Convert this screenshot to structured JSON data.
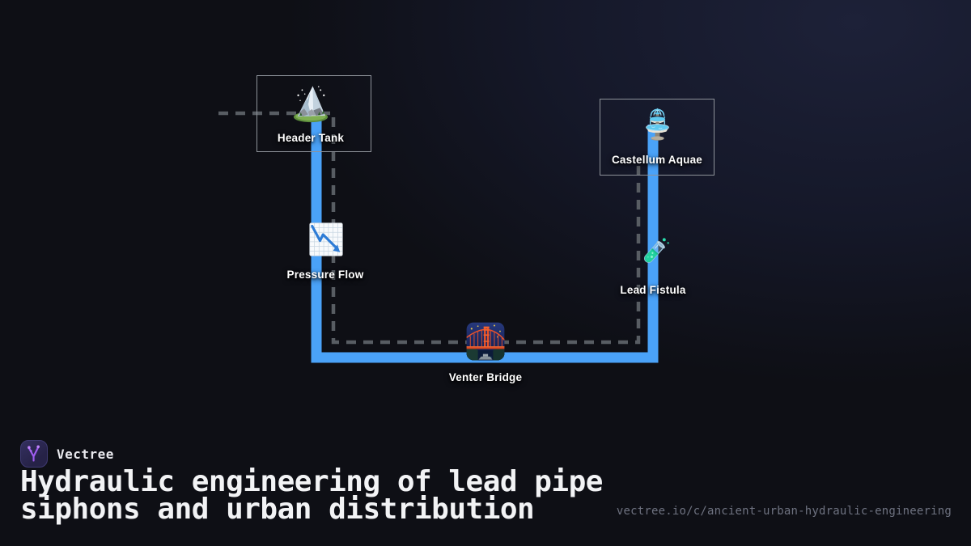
{
  "diagram": {
    "pipe_color": "#4aa2f8",
    "dash_color": "#585d63",
    "box_border_color": "#8d9299",
    "nodes": [
      {
        "label": "Header Tank",
        "icon": "snow-capped-mountain",
        "boxed": true
      },
      {
        "label": "Castellum Aquae",
        "icon": "fountain",
        "boxed": true
      },
      {
        "label": "Pressure Flow",
        "icon": "chart-decreasing",
        "boxed": false
      },
      {
        "label": "Lead Fistula",
        "icon": "test-tube",
        "boxed": false
      },
      {
        "label": "Venter Bridge",
        "icon": "bridge-at-night",
        "boxed": false
      }
    ]
  },
  "footer": {
    "brand": "Vectree",
    "title_line1": "Hydraulic engineering of lead pipe",
    "title_line2": "siphons and urban distribution",
    "url": "vectree.io/c/ancient-urban-hydraulic-engineering",
    "accent_color": "#a05ce8",
    "title_color": "#f2f3f5",
    "url_color": "#6e7280"
  }
}
